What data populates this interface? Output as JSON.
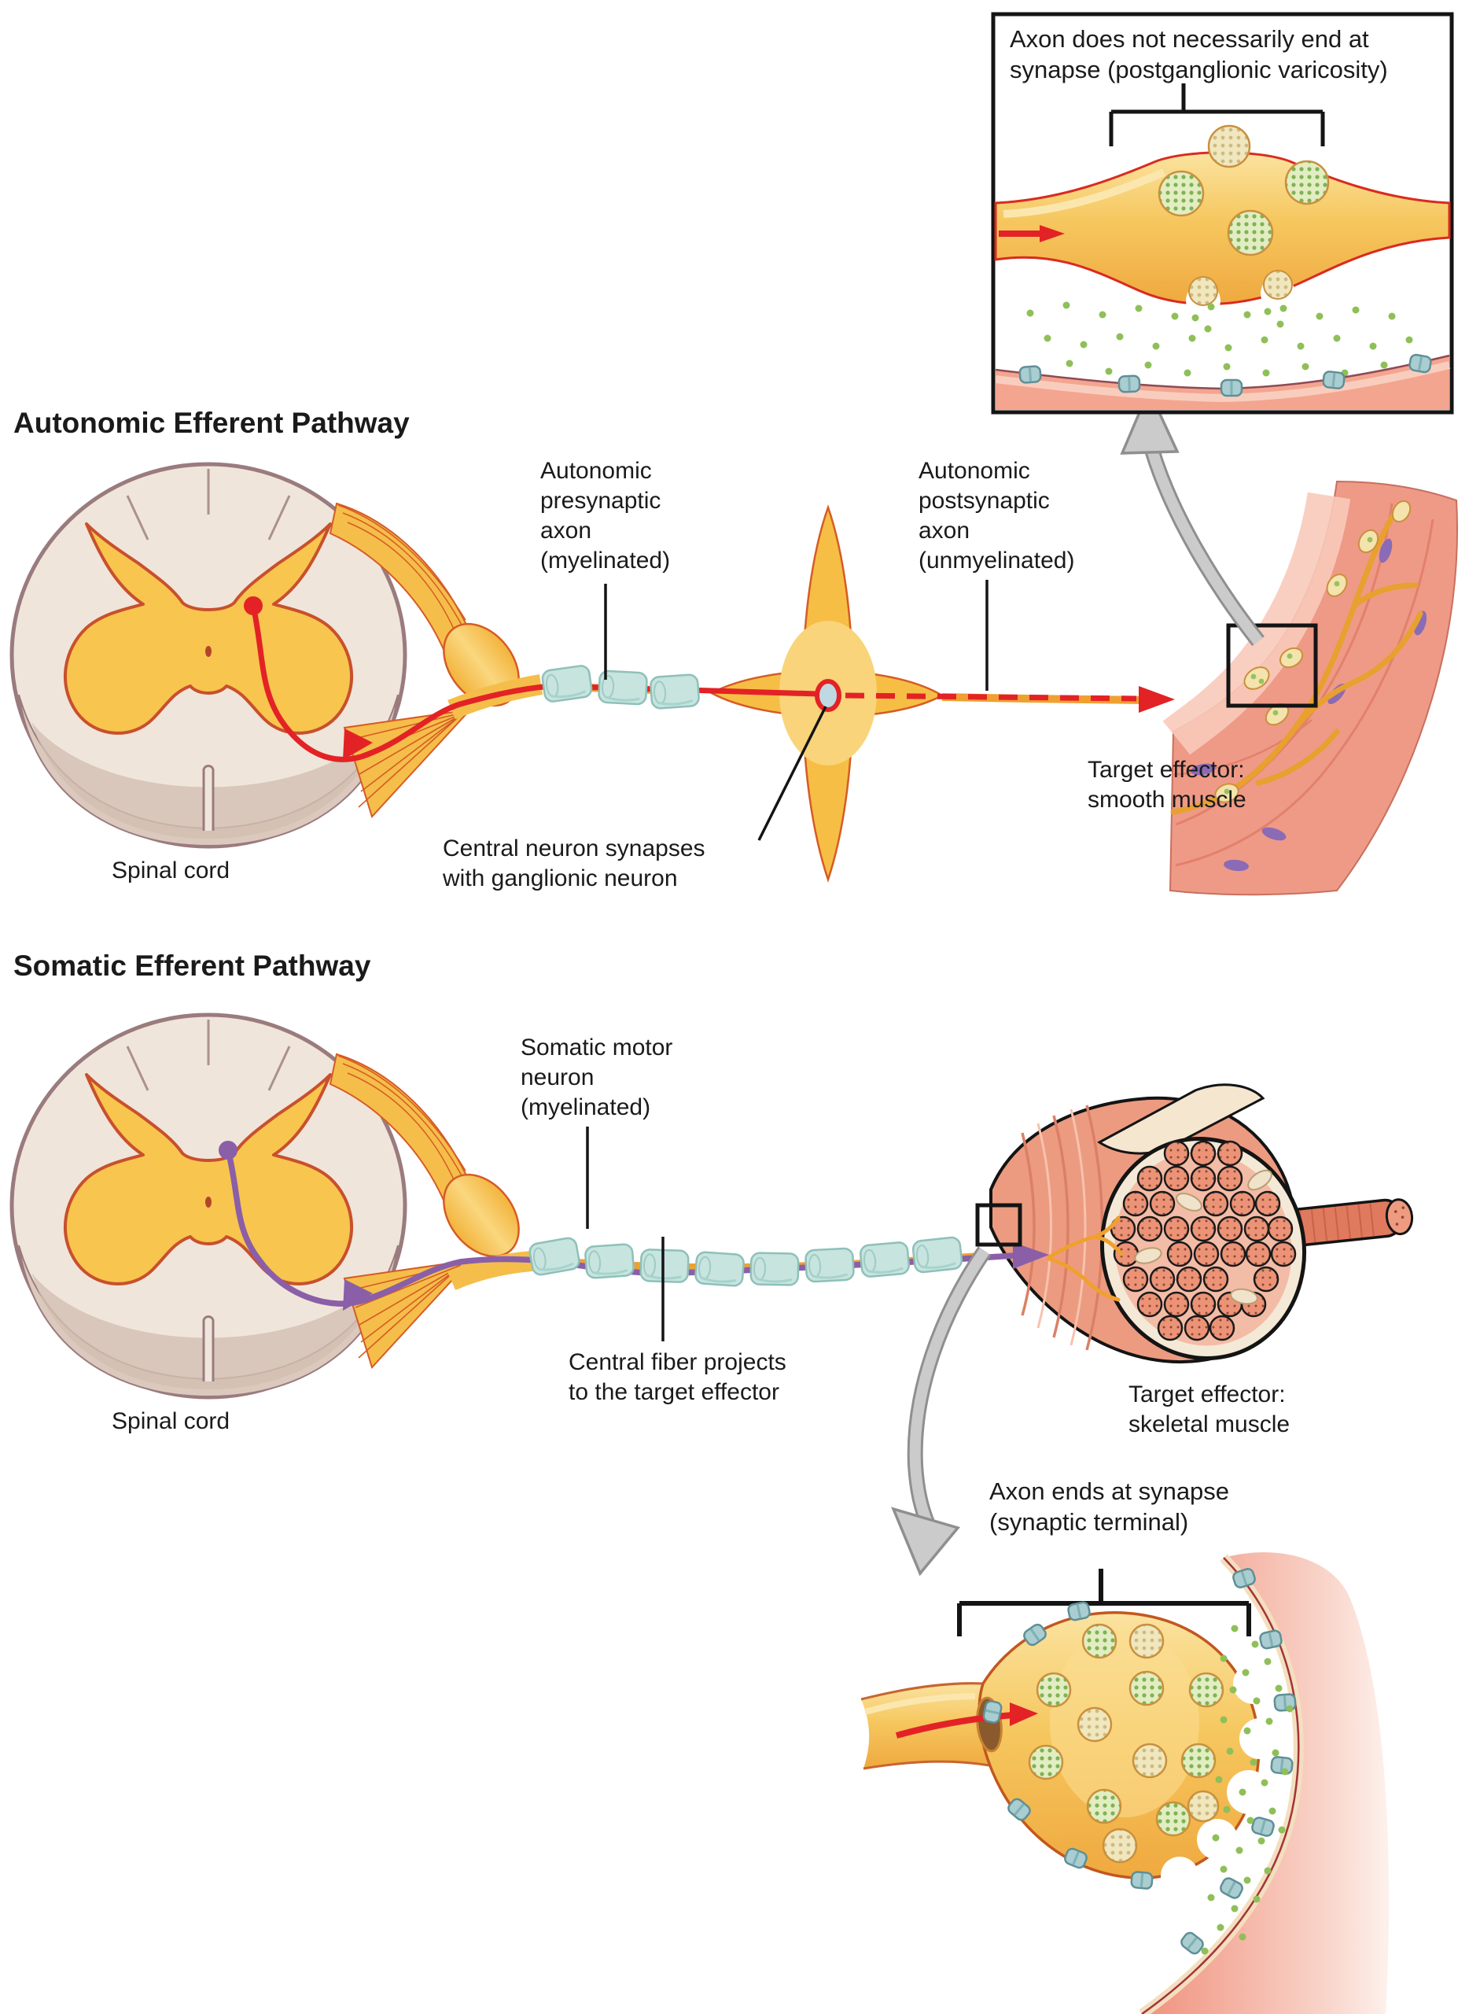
{
  "figure": {
    "headings": {
      "autonomic": "Autonomic Efferent Pathway",
      "somatic": "Somatic Efferent Pathway"
    },
    "insets": {
      "varicosity_caption": "Axon does not necessarily end at\nsynapse (postganglionic varicosity)",
      "synaptic_terminal_caption": "Axon ends at synapse\n(synaptic terminal)"
    },
    "labels": {
      "autonomic_presynaptic": "Autonomic\npresynaptic\naxon\n(myelinated)",
      "autonomic_postsynaptic": "Autonomic\npostsynaptic\naxon\n(unmyelinated)",
      "central_neuron_synapse": "Central neuron synapses\nwith ganglionic neuron",
      "spinal_cord_autonomic": "Spinal cord",
      "spinal_cord_somatic": "Spinal cord",
      "target_effector_smooth": "Target effector:\nsmooth muscle",
      "somatic_motor_neuron": "Somatic motor\nneuron\n(myelinated)",
      "central_fiber": "Central fiber projects\nto the target effector",
      "target_effector_skeletal": "Target effector:\nskeletal muscle"
    },
    "colors": {
      "presynaptic_axon_red": "#e32226",
      "somatic_axon_purple": "#8a5fa8",
      "myelin_teal": "#c7e4df",
      "gray_matter_yellow": "#f8c54e",
      "nerve_yellow": "#f3b83f",
      "vesicle_green": "#93c45f",
      "receptor_blue": "#a7cbce",
      "muscle_pink": "#ef9a84",
      "arrow_gray": "#c9c9c9",
      "annotation_black": "#1a1a1a"
    }
  }
}
